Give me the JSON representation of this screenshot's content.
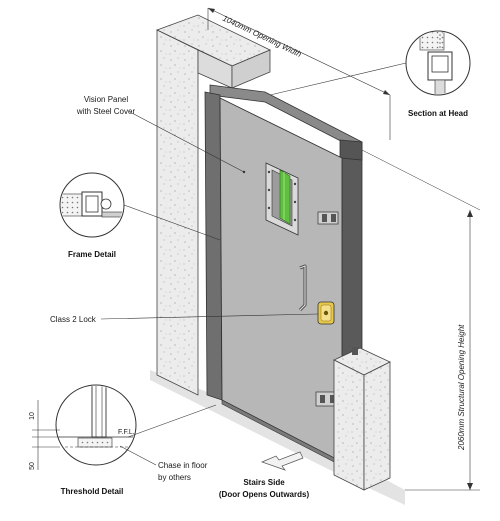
{
  "labels": {
    "opening_width": "1040mm Opening Width",
    "section_at_head": "Section at Head",
    "vision_panel_1": "Vision Panel",
    "vision_panel_2": "with Steel Cover",
    "frame_detail": "Frame Detail",
    "class2_lock": "Class 2 Lock",
    "opening_height": "2060mm Structural Opening Height",
    "threshold_detail": "Threshold Detail",
    "chase_1": "Chase in floor",
    "chase_2": "by others",
    "stairs_1": "Stairs Side",
    "stairs_2": "(Door Opens Outwards)",
    "ffl": "F.F.L.",
    "dim_10": "10",
    "dim_50": "50"
  },
  "colors": {
    "door_leaf": "#b7b7b7",
    "frame": "#6f6f6f",
    "wall": "#ececec",
    "glass": "#5fbf3f",
    "lock": "#e8c84a"
  }
}
